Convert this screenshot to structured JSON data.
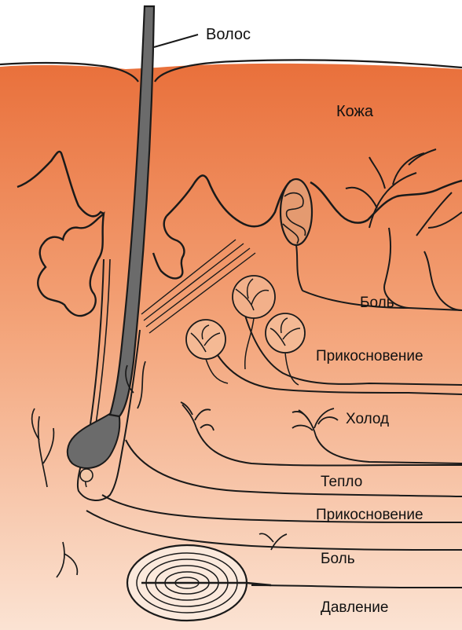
{
  "labels": {
    "hair": "Волос",
    "skin": "Кожа",
    "pain_upper": "Боль",
    "touch_upper": "Прикосновение",
    "cold": "Холод",
    "heat": "Тепло",
    "touch_lower": "Прикосновение",
    "pain_lower": "Боль",
    "pressure": "Давление"
  },
  "colors": {
    "skin_top": "#e9703b",
    "skin_mid": "#f3a277",
    "skin_bottom": "#fbe3d3",
    "ink": "#1a1a1a",
    "hair": "#6b6b6b",
    "background": "#ffffff"
  }
}
